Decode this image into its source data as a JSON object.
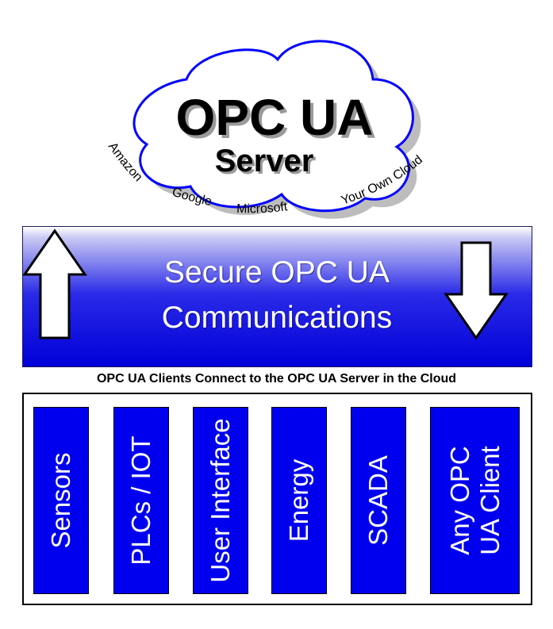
{
  "cloud": {
    "title": "OPC UA",
    "subtitle": "Server",
    "providers": [
      "Amazon",
      "Google",
      "Microsoft",
      "Your Own Cloud"
    ]
  },
  "banner": {
    "line1": "Secure OPC UA",
    "line2": "Communications"
  },
  "caption": "OPC UA Clients Connect to the OPC UA Server in the Cloud",
  "clients": [
    {
      "label": "Sensors"
    },
    {
      "label": "PLCs / IOT"
    },
    {
      "label": "User Interface"
    },
    {
      "label": "Energy"
    },
    {
      "label": "SCADA"
    },
    {
      "label": "Any OPC",
      "label2": "UA Client"
    }
  ],
  "colors": {
    "client_fill": "#0000ee",
    "banner_bottom": "#0000d8",
    "cloud_outline": "#0000ff"
  }
}
